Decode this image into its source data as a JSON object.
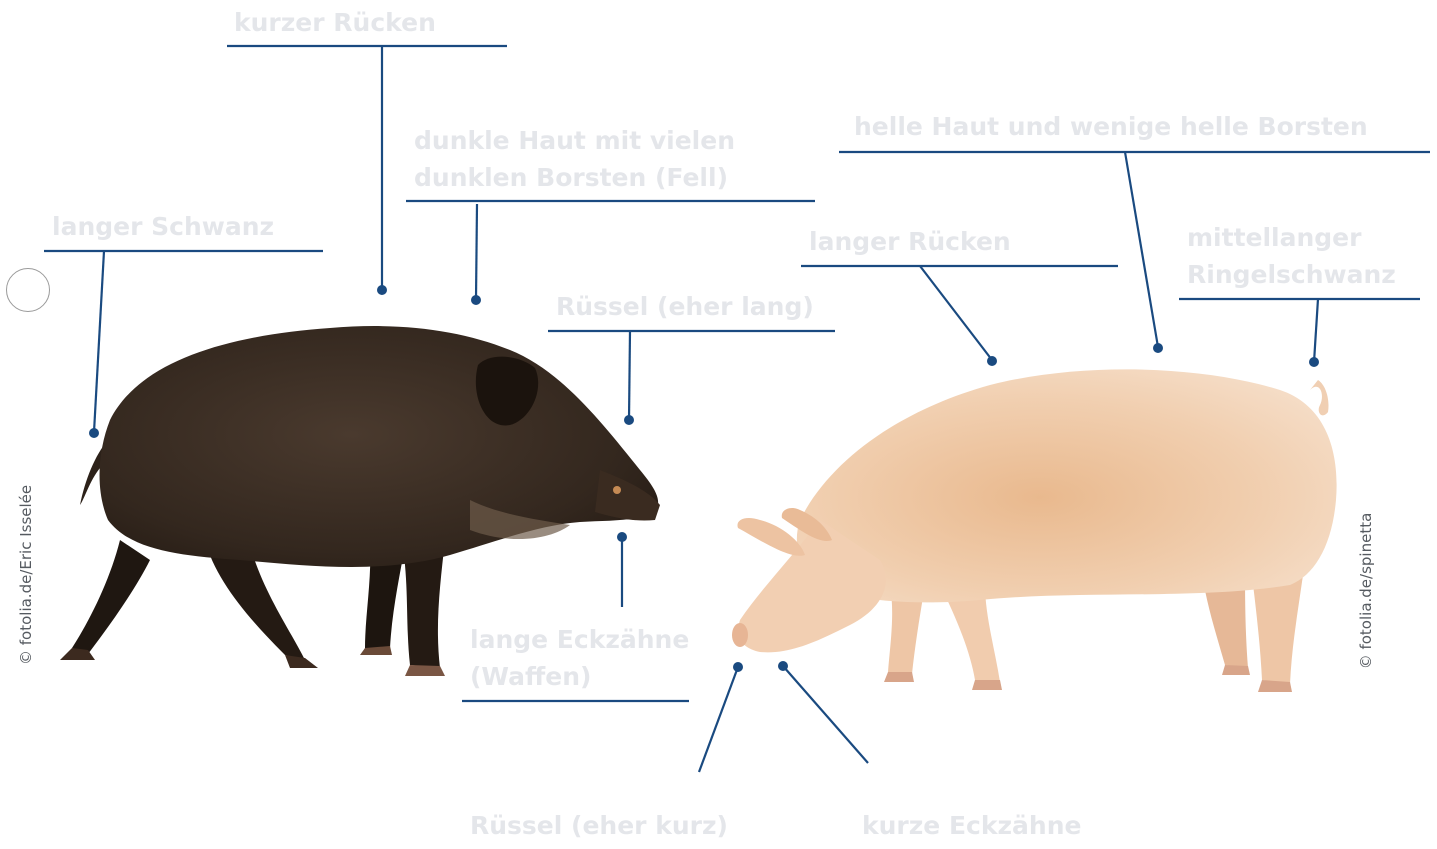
{
  "labels": {
    "kurzer_ruecken": "kurzer Rücken",
    "dunkle_haut_1": "dunkle Haut mit vielen",
    "dunkle_haut_2": "dunklen Borsten (Fell)",
    "langer_schwanz": "langer Schwanz",
    "ruessel_lang": "Rüssel (eher lang)",
    "lange_eckzaehne_1": "lange Eckzähne",
    "lange_eckzaehne_2": "(Waffen)",
    "helle_haut": "helle Haut und wenige helle Borsten",
    "langer_ruecken": "langer Rücken",
    "mittellanger_1": "mittellanger",
    "mittellanger_2": "Ringelschwanz",
    "ruessel_kurz": "Rüssel (eher kurz)",
    "kurze_eckzaehne": "kurze Eckzähne"
  },
  "credits": {
    "left": "© fotolia.de/Eric Isselée",
    "right": "© fotolia.de/spinetta"
  },
  "colors": {
    "line": "#1a4a80",
    "label": "#e4e6ea",
    "boar_fur": "#2f241c",
    "pig_skin": "#efcaa8"
  }
}
